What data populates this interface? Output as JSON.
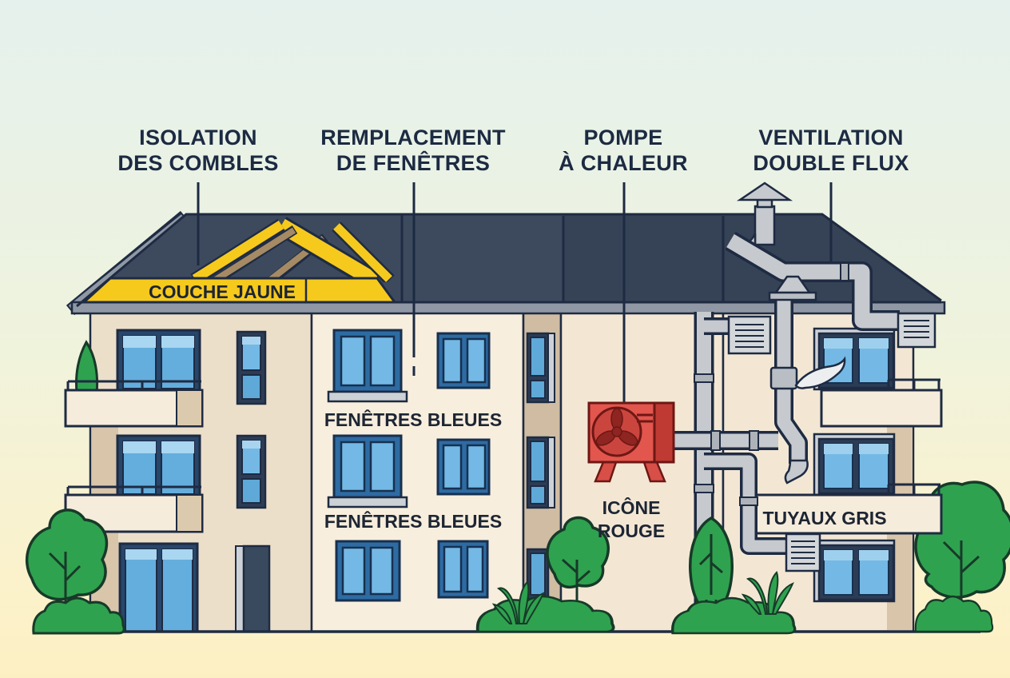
{
  "callouts": [
    {
      "id": "isolation-combles",
      "line1": "ISOLATION",
      "line2": "DES COMBLES"
    },
    {
      "id": "remplacement-fenetres",
      "line1": "REMPLACEMENT",
      "line2": "DE FENÊTRES"
    },
    {
      "id": "pompe-a-chaleur",
      "line1": "POMPE",
      "line2": "À CHALEUR"
    },
    {
      "id": "ventilation",
      "line1": "VENTILATION",
      "line2": "DOUBLE FLUX"
    }
  ],
  "annotations": {
    "roof_layer": "COUCHE JAUNE",
    "windows_row1": "FENÊTRES BLEUES",
    "windows_row2": "FENÊTRES BLEUES",
    "heat_pump_line1": "ICÔNE",
    "heat_pump_line2": "ROUGE",
    "pipes": "TUYAUX GRIS"
  },
  "colors": {
    "sky_top": "#e5f1ed",
    "sky_bottom": "#fbf2cc",
    "roof_dark": "#3d4a5e",
    "insulation_yellow": "#f6c91d",
    "facade_cream": "#f3e7d4",
    "window_blue_glass": "#74b9e5",
    "window_frame_blue": "#2e6ba3",
    "heat_pump_red": "#e2564e",
    "pipe_gray": "#c6cacf",
    "tree_green": "#2fa24f",
    "outline_navy": "#1e2b42"
  }
}
